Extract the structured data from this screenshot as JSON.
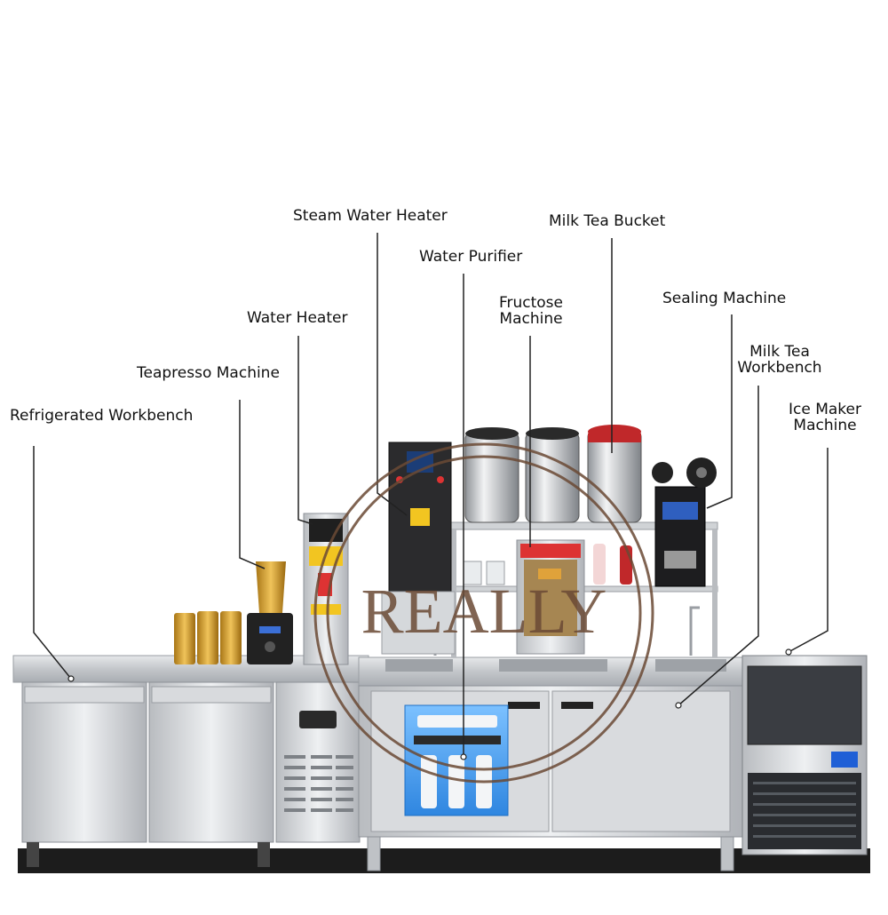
{
  "labels": {
    "refrigerated_workbench": "Refrigerated Workbench",
    "teapresso_machine": "Teapresso Machine",
    "water_heater": "Water Heater",
    "steam_water_heater": "Steam Water Heater",
    "water_purifier": "Water Purifier",
    "fructose_machine_line1": "Fructose",
    "fructose_machine_line2": "Machine",
    "milk_tea_bucket": "Milk Tea Bucket",
    "sealing_machine": "Sealing Machine",
    "milk_tea_workbench_line1": "Milk Tea",
    "milk_tea_workbench_line2": "Workbench",
    "ice_maker_line1": "Ice Maker",
    "ice_maker_line2": "Machine"
  },
  "watermark": "REALLY",
  "colors": {
    "steel": "#c9ccd0",
    "steel_dark": "#8e9298",
    "leader": "#222222",
    "watermark": "#6b4a35",
    "purifier_blue": "#4aa3f0",
    "gold": "#c9962a",
    "red": "#c0282a"
  }
}
